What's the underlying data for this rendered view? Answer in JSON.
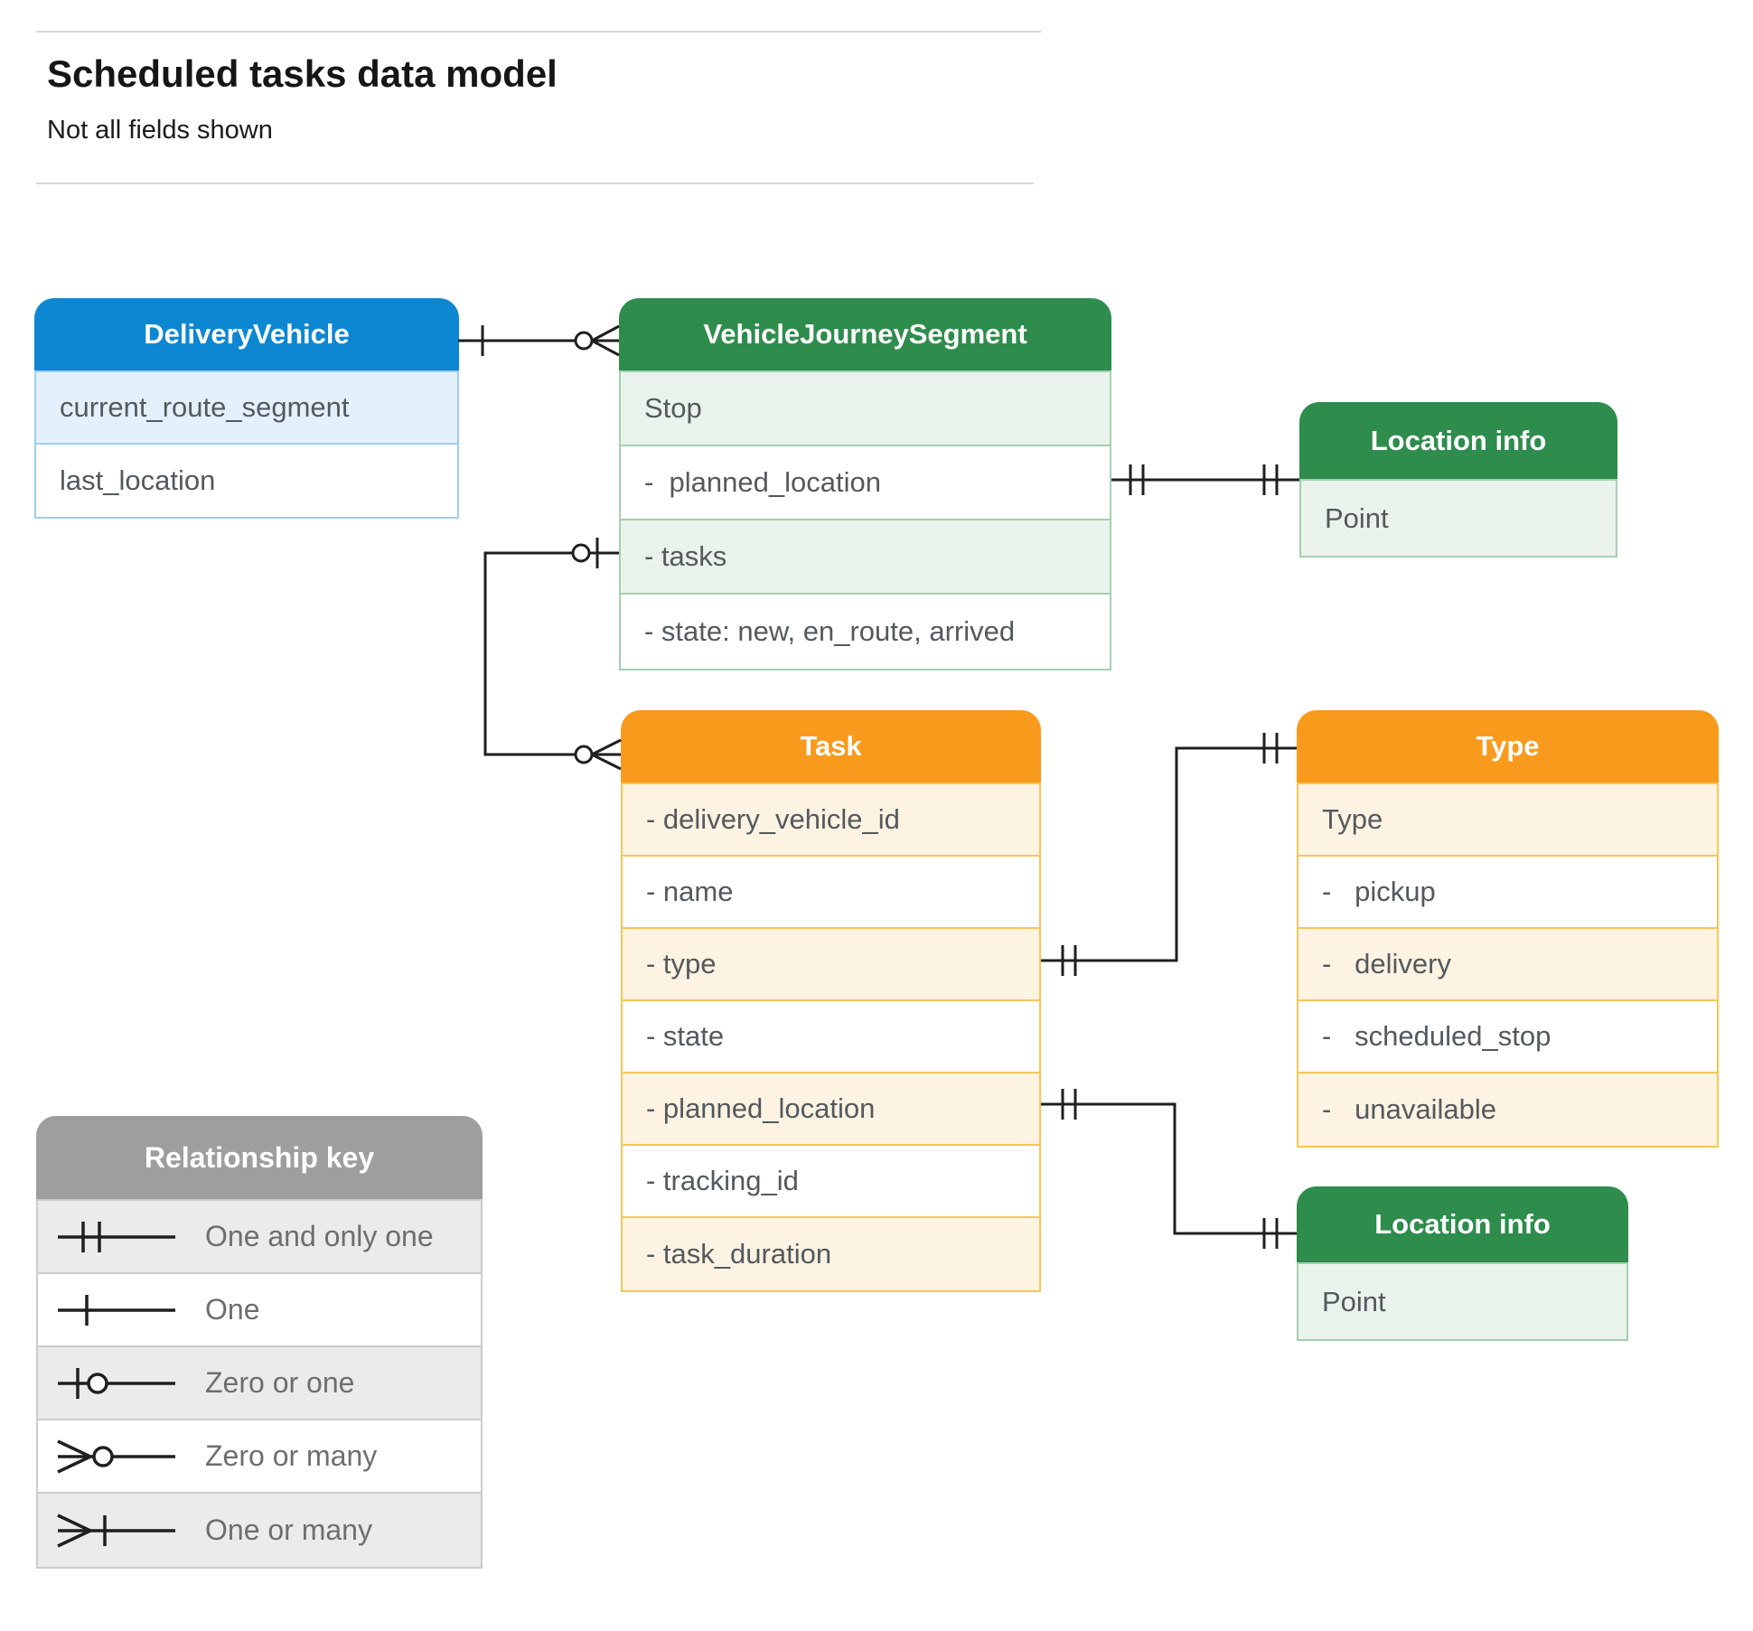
{
  "page": {
    "title": "Scheduled tasks data model",
    "subtitle": "Not all fields shown"
  },
  "colors": {
    "blue": "#0d87d2",
    "blue_light": "#e4f1fc",
    "green": "#2e8c4c",
    "green_light": "#e9f3eb",
    "orange": "#f89a1c",
    "orange_light": "#fdf3e2",
    "gray": "#9e9e9e",
    "gray_light": "#ebebeb",
    "line": "#1f1f1f",
    "field_text": "#54595d"
  },
  "entities": {
    "delivery_vehicle": {
      "title": "DeliveryVehicle",
      "fields": [
        "current_route_segment",
        "last_location"
      ]
    },
    "vehicle_journey_segment": {
      "title": "VehicleJourneySegment",
      "fields": [
        "Stop",
        "-  planned_location",
        "- tasks",
        "- state: new, en_route, arrived"
      ]
    },
    "location_info_top": {
      "title": "Location info",
      "fields": [
        "Point"
      ]
    },
    "task": {
      "title": "Task",
      "fields": [
        "- delivery_vehicle_id",
        "- name",
        "- type",
        "- state",
        "- planned_location",
        "- tracking_id",
        "- task_duration"
      ]
    },
    "type": {
      "title": "Type",
      "fields": [
        "Type",
        "-   pickup",
        "-   delivery",
        "-   scheduled_stop",
        "-   unavailable"
      ]
    },
    "location_info_bottom": {
      "title": "Location info",
      "fields": [
        "Point"
      ]
    }
  },
  "legend": {
    "title": "Relationship key",
    "items": [
      {
        "symbol": "one-and-only-one",
        "label": "One and only one"
      },
      {
        "symbol": "one",
        "label": "One"
      },
      {
        "symbol": "zero-or-one",
        "label": "Zero or one"
      },
      {
        "symbol": "zero-or-many",
        "label": "Zero or many"
      },
      {
        "symbol": "one-or-many",
        "label": "One or many"
      }
    ]
  }
}
